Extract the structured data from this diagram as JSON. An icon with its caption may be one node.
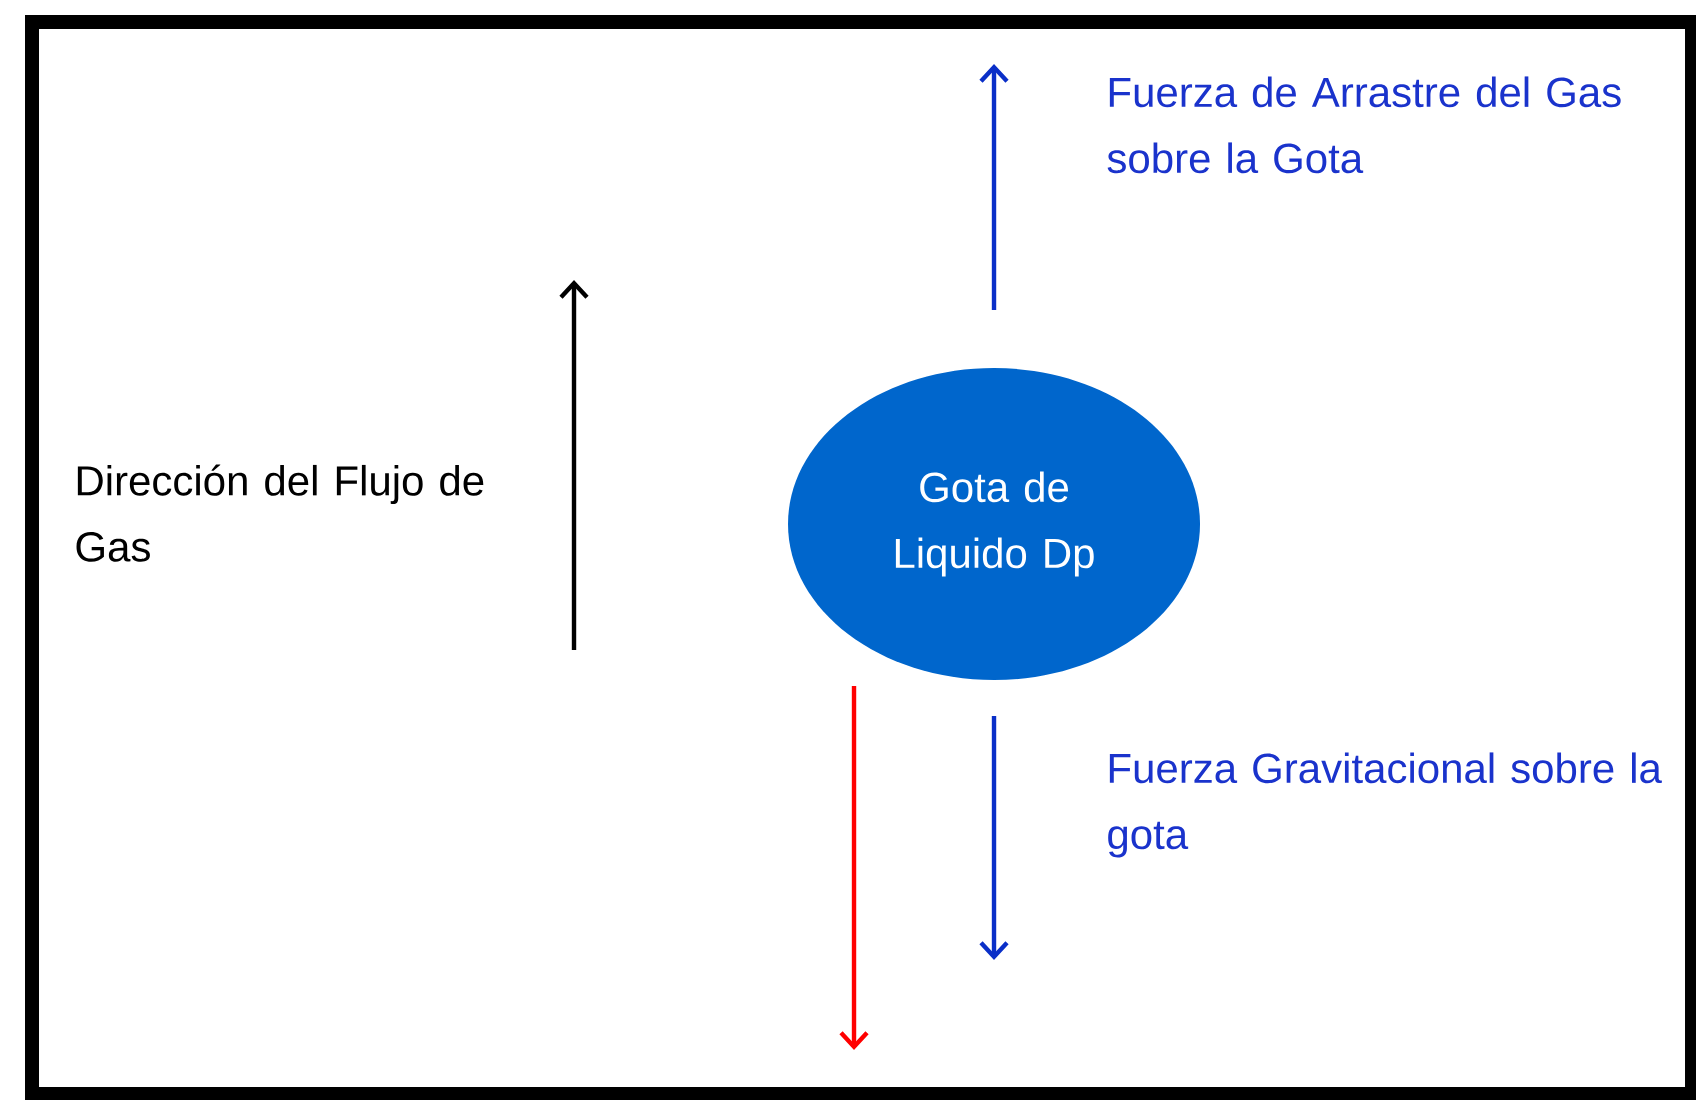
{
  "diagram": {
    "nodes": [
      {
        "text": [
          "Gota de Liquido Dp"
        ]
      }
    ],
    "labels": [
      "Dirección del Flujo de Gas",
      "Fuerza de Arrastre del Gas sobre la Gota",
      "Fuerza Gravitacional sobre la gota"
    ]
  }
}
